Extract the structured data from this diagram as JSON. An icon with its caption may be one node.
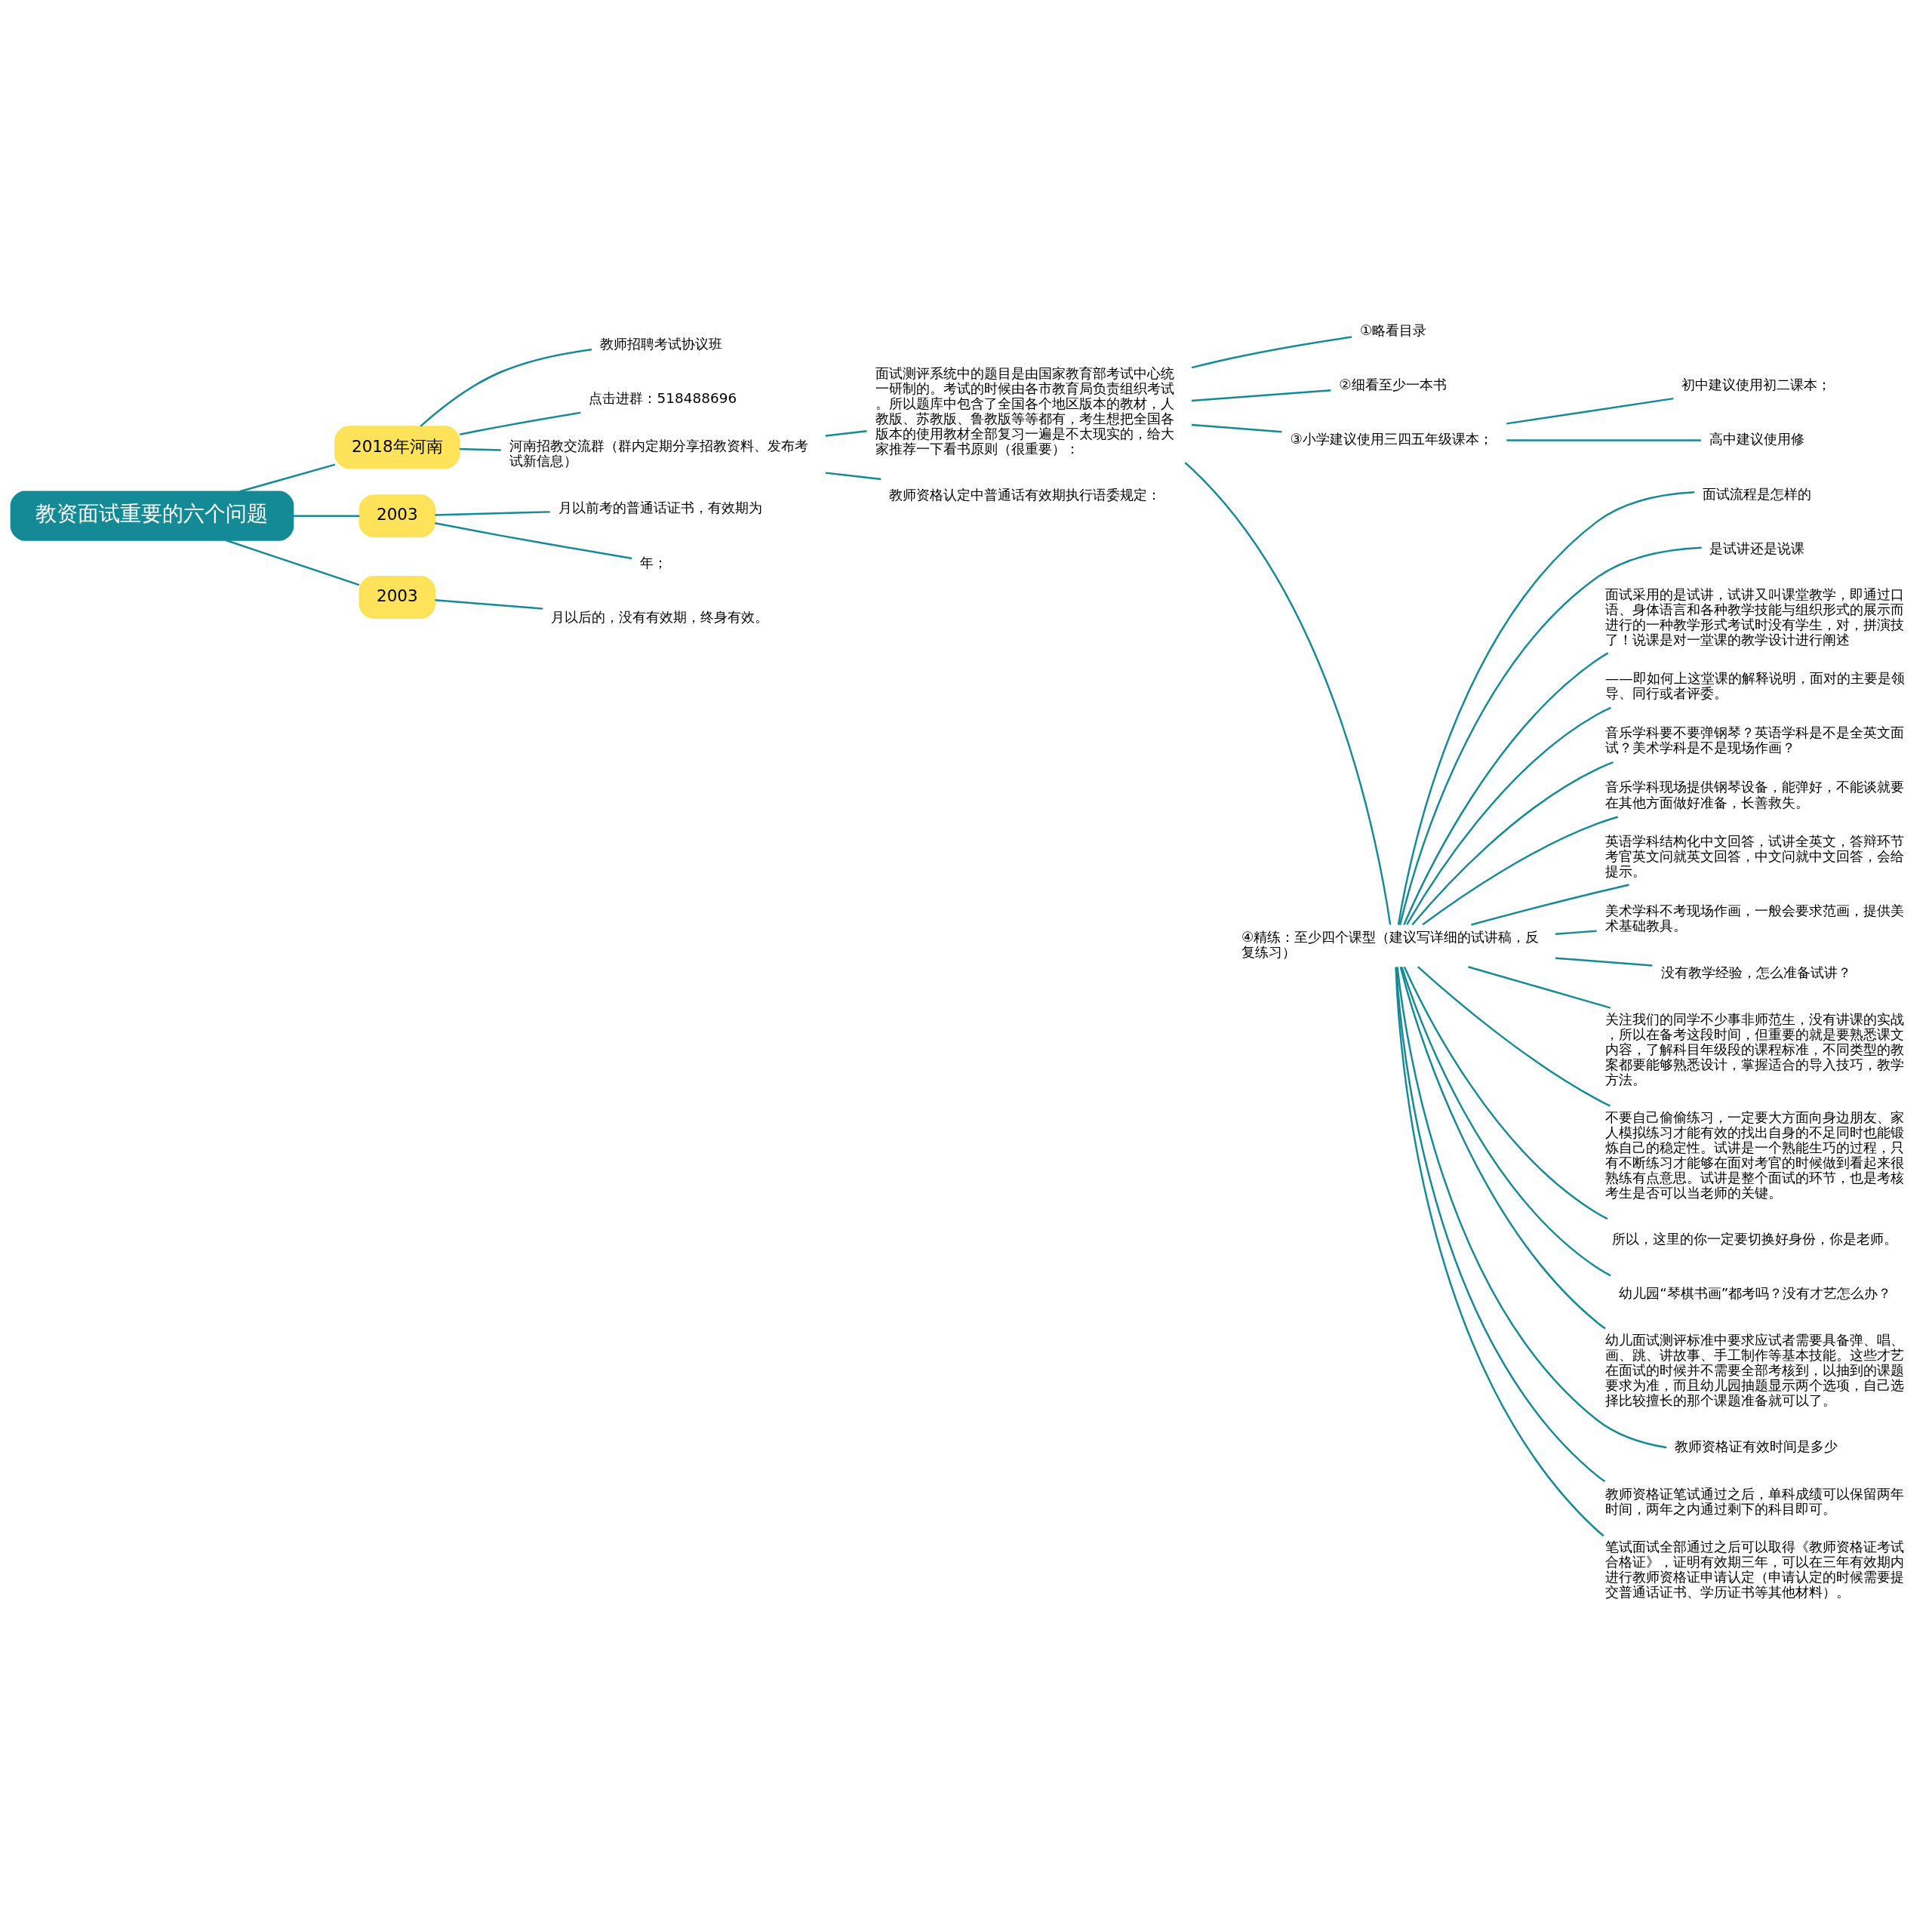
{
  "diagram": {
    "nodes": [
      {
        "text": [
          "教资面试重要的六个问题"
        ]
      },
      {
        "text": [
          "2018年河南"
        ]
      },
      {
        "text": [
          "教师招聘考试协议班"
        ]
      },
      {
        "text": [
          "点击进群：518488696"
        ]
      },
      {
        "text": [
          "河南招教交流群（群内定期分享招教资料、发布考试新信息）"
        ]
      },
      {
        "text": [
          "面试测评系统中的题目是由国家教育部考试中心统一研制的。考试的时候由各市教育局负责组织考试。所以题库中包含了全国各个地区版本的教材，人教版、苏教版、鲁教版等等都有，考生想把全国各版本的使用教材全部复习一遍是不太现实的，给大家推荐一下看书原则（很重要）："
        ]
      },
      {
        "text": [
          "①略看目录"
        ]
      },
      {
        "text": [
          "②细看至少一本书"
        ]
      },
      {
        "text": [
          "③小学建议使用三四五年级课本；"
        ]
      },
      {
        "text": [
          "初中建议使用初二课本；"
        ]
      },
      {
        "text": [
          "高中建议使用修"
        ]
      },
      {
        "text": [
          "④精练：至少四个课型（建议写详细的试讲稿，反复练习）"
        ]
      },
      {
        "text": [
          "面试流程是怎样的"
        ]
      },
      {
        "text": [
          "是试讲还是说课"
        ]
      },
      {
        "text": [
          "面试采用的是试讲，试讲又叫课堂教学，即通过口语、身体语言和各种教学技能与组织形式的展示而进行的一种教学形式考试时没有学生，对，拼演技了！说课是对一堂课的教学设计进行阐述"
        ]
      },
      {
        "text": [
          "——即如何上这堂课的解释说明，面对的主要是领导、同行或者评委。"
        ]
      },
      {
        "text": [
          "音乐学科要不要弹钢琴？英语学科是不是全英文面试？美术学科是不是现场作画？"
        ]
      },
      {
        "text": [
          "音乐学科现场提供钢琴设备，能弹好，不能谈就要在其他方面做好准备，长善救失。"
        ]
      },
      {
        "text": [
          "英语学科结构化中文回答，试讲全英文，答辩环节考官英文问就英文回答，中文问就中文回答，会给提示。"
        ]
      },
      {
        "text": [
          "美术学科不考现场作画，一般会要求范画，提供美术基础教具。"
        ]
      },
      {
        "text": [
          "没有教学经验，怎么准备试讲？"
        ]
      },
      {
        "text": [
          "关注我们的同学不少事非师范生，没有讲课的实战，所以在备考这段时间，但重要的就是要熟悉课文内容，了解科目年级段的课程标准，不同类型的教案都要能够熟悉设计，掌握适合的导入技巧，教学方法。"
        ]
      },
      {
        "text": [
          "不要自己偷偷练习，一定要大方面向身边朋友、家人模拟练习才能有效的找出自身的不足同时也能锻炼自己的稳定性。试讲是一个熟能生巧的过程，只有不断练习才能够在面对考官的时候做到看起来很熟练有点意思。试讲是整个面试的环节，也是考核考生是否可以当老师的关键。"
        ]
      },
      {
        "text": [
          "所以，这里的你一定要切换好身份，你是老师。"
        ]
      },
      {
        "text": [
          "幼儿园“琴棋书画”都考吗？没有才艺怎么办？"
        ]
      },
      {
        "text": [
          "幼儿面试测评标准中要求应试者需要具备弹、唱、画、跳、讲故事、手工制作等基本技能。这些才艺在面试的时候并不需要全部考核到，以抽到的课题要求为准，而且幼儿园抽题显示两个选项，自己选择比较擅长的那个课题准备就可以了。"
        ]
      },
      {
        "text": [
          "教师资格证有效时间是多少"
        ]
      },
      {
        "text": [
          "教师资格证笔试通过之后，单科成绩可以保留两年时间，两年之内通过剩下的科目即可。"
        ]
      },
      {
        "text": [
          "笔试面试全部通过之后可以取得《教师资格证考试合格证》，证明有效期三年，可以在三年有效期内进行教师资格证申请认定（申请认定的时候需要提交普通话证书、学历证书等其他材料）。"
        ]
      },
      {
        "text": [
          "教师资格认定中普通话有效期执行语委规定："
        ]
      },
      {
        "text": [
          "2003"
        ]
      },
      {
        "text": [
          "月以前考的普通话证书，有效期为"
        ]
      },
      {
        "text": [
          "年；"
        ]
      },
      {
        "text": [
          "2003"
        ]
      },
      {
        "text": [
          "月以后的，没有有效期，终身有效。"
        ]
      }
    ],
    "edges": [
      {
        "from": 0,
        "to": 1,
        "arrow": "none"
      },
      {
        "from": 1,
        "to": 2,
        "arrow": "none"
      },
      {
        "from": 1,
        "to": 3,
        "arrow": "none"
      },
      {
        "from": 1,
        "to": 4,
        "arrow": "none"
      },
      {
        "from": 4,
        "to": 5,
        "arrow": "none"
      },
      {
        "from": 5,
        "to": 6,
        "arrow": "none"
      },
      {
        "from": 5,
        "to": 7,
        "arrow": "none"
      },
      {
        "from": 5,
        "to": 8,
        "arrow": "none"
      },
      {
        "from": 8,
        "to": 9,
        "arrow": "none"
      },
      {
        "from": 8,
        "to": 10,
        "arrow": "none"
      },
      {
        "from": 5,
        "to": 11,
        "arrow": "none"
      },
      {
        "from": 11,
        "to": 12,
        "arrow": "none"
      },
      {
        "from": 11,
        "to": 13,
        "arrow": "none"
      },
      {
        "from": 11,
        "to": 14,
        "arrow": "none"
      },
      {
        "from": 11,
        "to": 15,
        "arrow": "none"
      },
      {
        "from": 11,
        "to": 16,
        "arrow": "none"
      },
      {
        "from": 11,
        "to": 17,
        "arrow": "none"
      },
      {
        "from": 11,
        "to": 18,
        "arrow": "none"
      },
      {
        "from": 11,
        "to": 19,
        "arrow": "none"
      },
      {
        "from": 11,
        "to": 20,
        "arrow": "none"
      },
      {
        "from": 11,
        "to": 21,
        "arrow": "none"
      },
      {
        "from": 11,
        "to": 22,
        "arrow": "none"
      },
      {
        "from": 11,
        "to": 23,
        "arrow": "none"
      },
      {
        "from": 11,
        "to": 24,
        "arrow": "none"
      },
      {
        "from": 11,
        "to": 25,
        "arrow": "none"
      },
      {
        "from": 11,
        "to": 26,
        "arrow": "none"
      },
      {
        "from": 11,
        "to": 27,
        "arrow": "none"
      },
      {
        "from": 11,
        "to": 28,
        "arrow": "none"
      },
      {
        "from": 4,
        "to": 29,
        "arrow": "none"
      },
      {
        "from": 0,
        "to": 30,
        "arrow": "none"
      },
      {
        "from": 30,
        "to": 31,
        "arrow": "none"
      },
      {
        "from": 30,
        "to": 32,
        "arrow": "none"
      },
      {
        "from": 0,
        "to": 33,
        "arrow": "none"
      },
      {
        "from": 33,
        "to": 34,
        "arrow": "none"
      }
    ]
  }
}
